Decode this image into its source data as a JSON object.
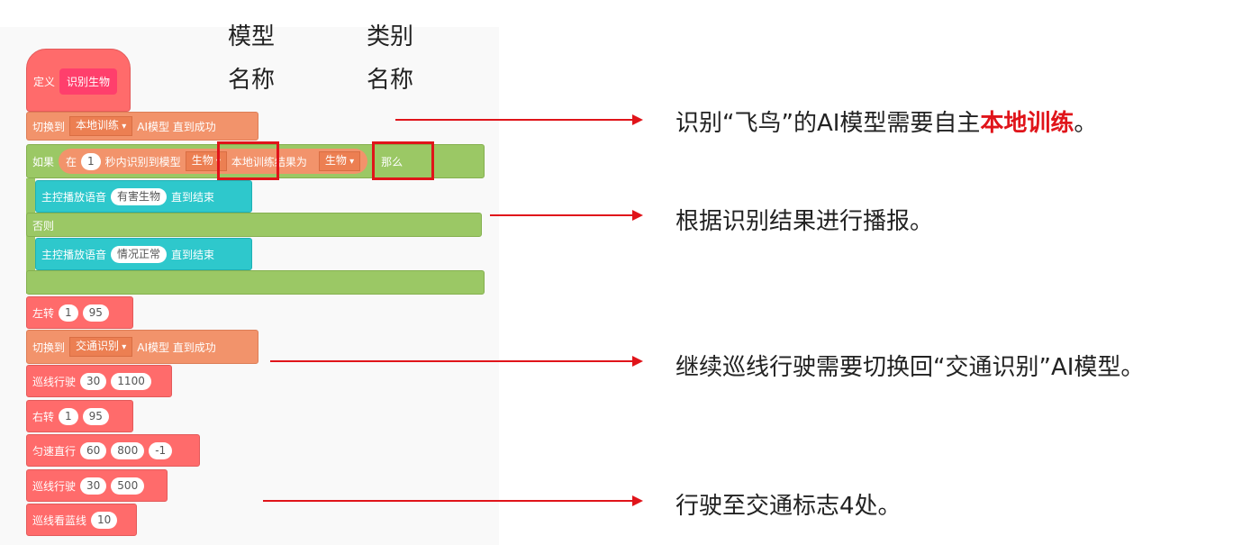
{
  "header": {
    "col1_line1": "模型",
    "col1_line2": "名称",
    "col2_line1": "类别",
    "col2_line2": "名称"
  },
  "blocks": {
    "define_label": "定义",
    "define_name": "识别生物",
    "switch1_label": "切换到",
    "switch1_model": "本地训练",
    "switch1_suffix": "AI模型 直到成功",
    "if_label": "如果",
    "in_label": "在",
    "seconds": "1",
    "seconds_label": "秒内识别到模型",
    "model_name": "生物",
    "result_label": "本地训练结果为",
    "class_name": "生物",
    "then_label": "那么",
    "play1_label": "主控播放语音",
    "play1_value": "有害生物",
    "play1_suffix": "直到结束",
    "else_label": "否则",
    "play2_label": "主控播放语音",
    "play2_value": "情况正常",
    "play2_suffix": "直到结束",
    "turn_left_label": "左转",
    "turn_left_a": "1",
    "turn_left_b": "95",
    "switch2_label": "切换到",
    "switch2_model": "交通识别",
    "switch2_suffix": "AI模型 直到成功",
    "line1_label": "巡线行驶",
    "line1_a": "30",
    "line1_b": "1100",
    "turn_right_label": "右转",
    "turn_right_a": "1",
    "turn_right_b": "95",
    "straight_label": "匀速直行",
    "straight_a": "60",
    "straight_b": "800",
    "straight_c": "-1",
    "line2_label": "巡线行驶",
    "line2_a": "30",
    "line2_b": "500",
    "blue_label": "巡线看蓝线",
    "blue_a": "10"
  },
  "notes": {
    "n1_pre": "识别“飞鸟”的AI模型需要自主",
    "n1_hl": "本地训练",
    "n1_post": "。",
    "n2": "根据识别结果进行播报。",
    "n3": "继续巡线行驶需要切换回“交通识别”AI模型。",
    "n4": "行驶至交通标志4处。"
  },
  "colors": {
    "accent": "#e0141a"
  }
}
